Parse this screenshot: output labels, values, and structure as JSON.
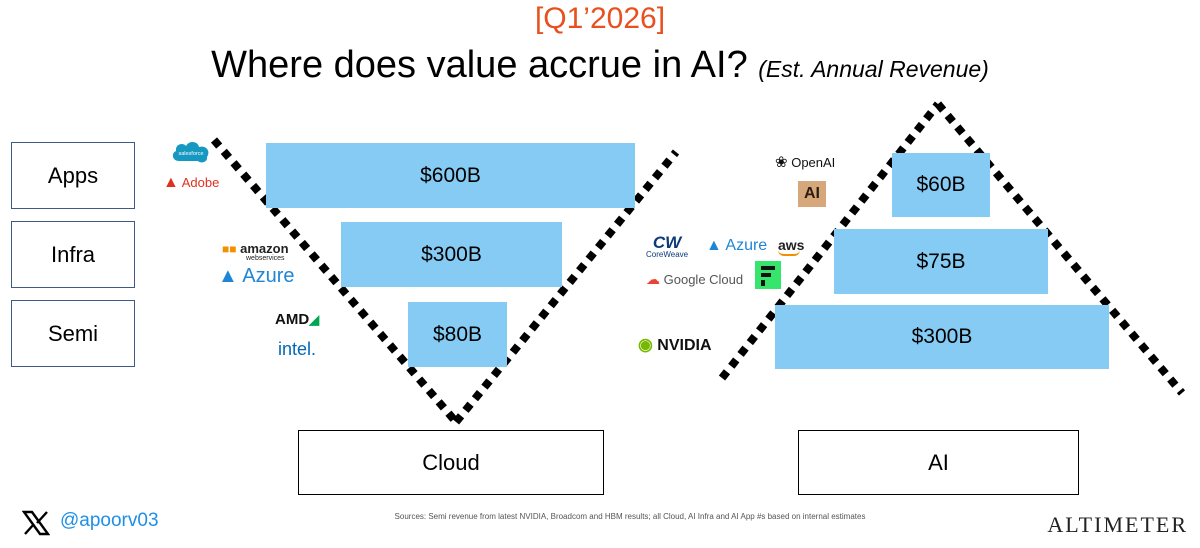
{
  "header": {
    "kicker": "[Q1’2026]",
    "title": "Where does value accrue in AI?",
    "subtitle": "(Est. Annual Revenue)"
  },
  "colors": {
    "kicker": "#e8501f",
    "bar": "#85cbf3",
    "dotted_line": "#000000",
    "handle": "#1e8fe8"
  },
  "layers": {
    "apps": "Apps",
    "infra": "Infra",
    "semi": "Semi"
  },
  "cloud": {
    "label": "Cloud",
    "bars": {
      "apps": "$600B",
      "infra": "$300B",
      "semi": "$80B"
    },
    "logos": {
      "apps": [
        "salesforce",
        "Adobe"
      ],
      "infra": [
        "amazon",
        "webservices",
        "Azure"
      ],
      "semi": [
        "AMD",
        "intel."
      ]
    }
  },
  "ai": {
    "label": "AI",
    "bars": {
      "apps": "$60B",
      "infra": "$75B",
      "semi": "$300B"
    },
    "logos": {
      "apps": [
        "OpenAI",
        "AI"
      ],
      "infra": [
        "CoreWeave",
        "Azure",
        "aws",
        "Google Cloud"
      ],
      "semi": [
        "NVIDIA"
      ]
    }
  },
  "footer": {
    "handle": "@apoorv03",
    "source": "Sources: Semi revenue from latest NVIDIA, Broadcom and HBM results; all Cloud, AI Infra and AI App #s based on internal estimates",
    "brand": "ALTIMETER"
  }
}
